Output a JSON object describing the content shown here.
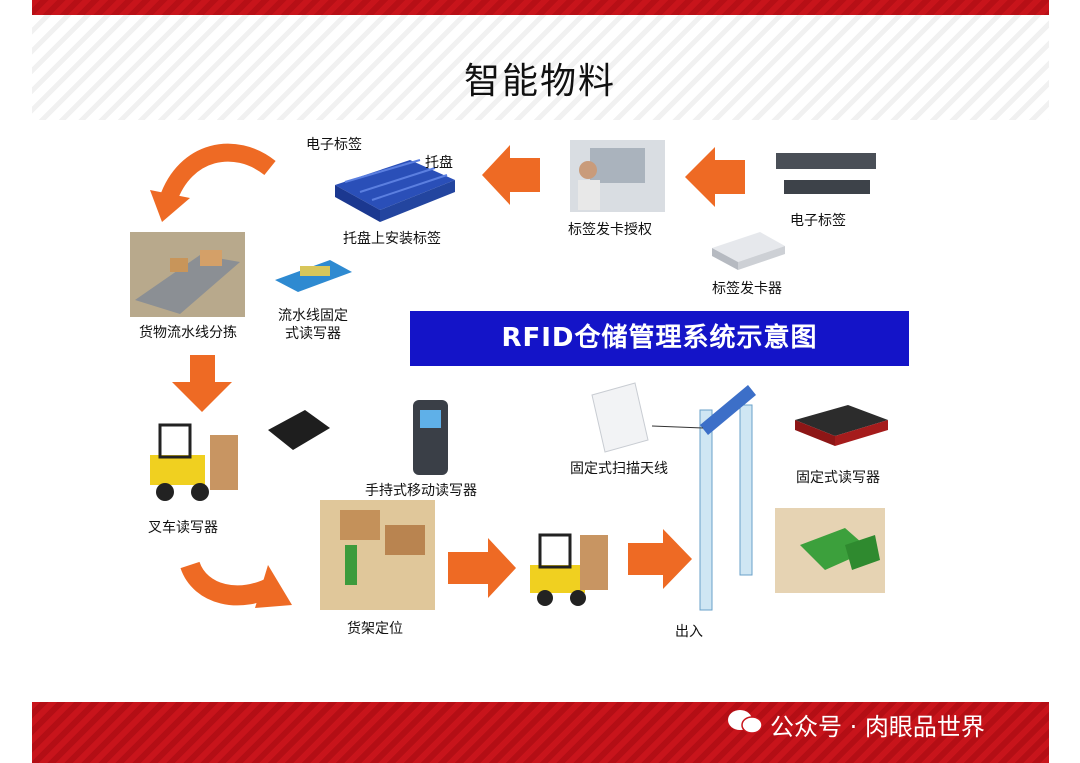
{
  "title": "智能物料",
  "banner": "RFID仓储管理系统示意图",
  "labels": {
    "electronic_tag_top": "电子标签",
    "pallet": "托盘",
    "pallet_install_tag": "托盘上安装标签",
    "tag_issue_auth": "标签发卡授权",
    "electronic_tag_right": "电子标签",
    "tag_issuer": "标签发卡器",
    "conveyor_sort": "货物流水线分拣",
    "line_reader_1": "流水线固定",
    "line_reader_2": "式读写器",
    "forklift_reader": "叉车读写器",
    "handheld_reader": "手持式移动读写器",
    "shelf_position": "货架定位",
    "fixed_antenna": "固定式扫描天线",
    "fixed_reader": "固定式读写器",
    "inout": "出入"
  },
  "watermark": "公众号 · 肉眼品世界",
  "colors": {
    "arrow": "#ee6a24",
    "banner": "#1414c8",
    "bar": "#c8141b"
  }
}
